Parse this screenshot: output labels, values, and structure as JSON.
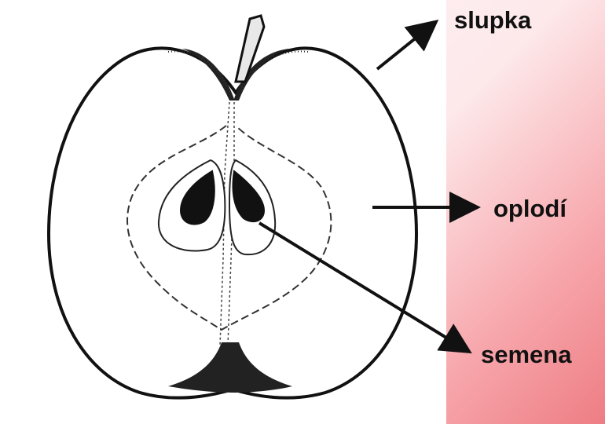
{
  "labels": {
    "skin": "slupka",
    "pericarp": "oplodí",
    "seeds": "semena"
  },
  "colors": {
    "background_accent": "#ee7d84",
    "ink": "#111111"
  }
}
